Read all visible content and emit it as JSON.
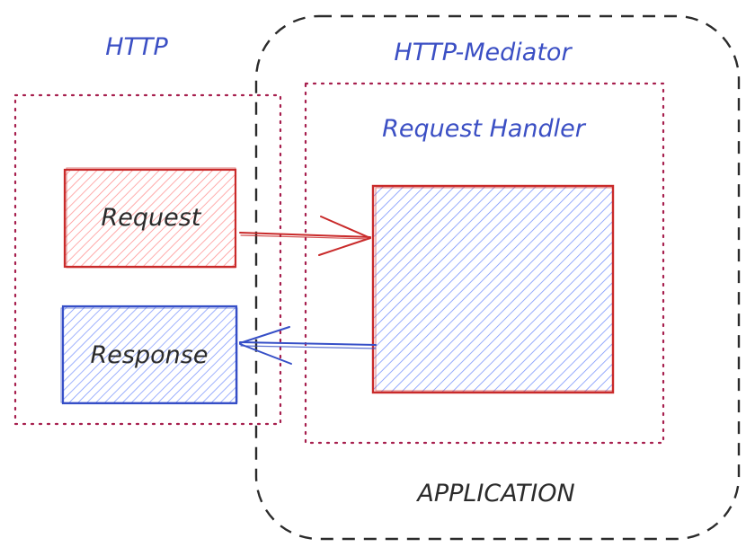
{
  "colors": {
    "blue_text": "#3b4fc4",
    "dark_text": "#2b2b2b",
    "crimson_dotted": "#a61e4d",
    "red": "#c92a2a",
    "red_fill": "#ff8787",
    "blue": "#364fc7",
    "blue_fill": "#748ffc",
    "dashed_border": "#2b2b2b",
    "background": "#ffffff"
  },
  "labels": {
    "http": "HTTP",
    "http_mediator": "HTTP-Mediator",
    "request_handler": "Request Handler",
    "request": "Request",
    "response": "Response",
    "application": "APPLICATION"
  },
  "icons": {
    "request_arrow": "arrow-right-icon",
    "response_arrow": "arrow-left-icon"
  }
}
